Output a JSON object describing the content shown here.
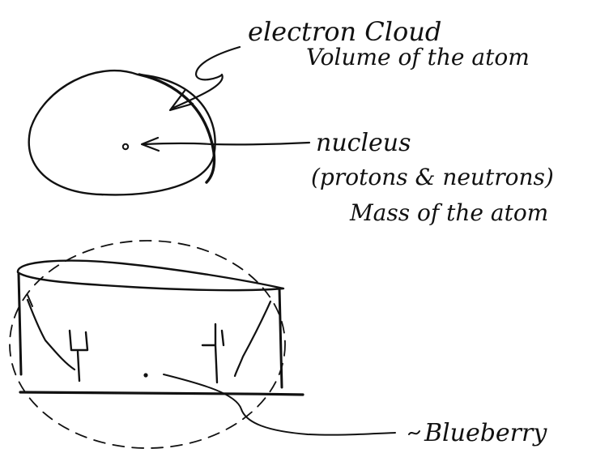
{
  "labels": {
    "electron_cloud": "electron Cloud",
    "volume": "Volume of the atom",
    "nucleus": "nucleus",
    "protons_neutrons": "(protons & neutrons)",
    "mass": "Mass of the atom",
    "blueberry": "Blueberry"
  },
  "colors": {
    "ink": "#111111",
    "background": "#ffffff"
  }
}
